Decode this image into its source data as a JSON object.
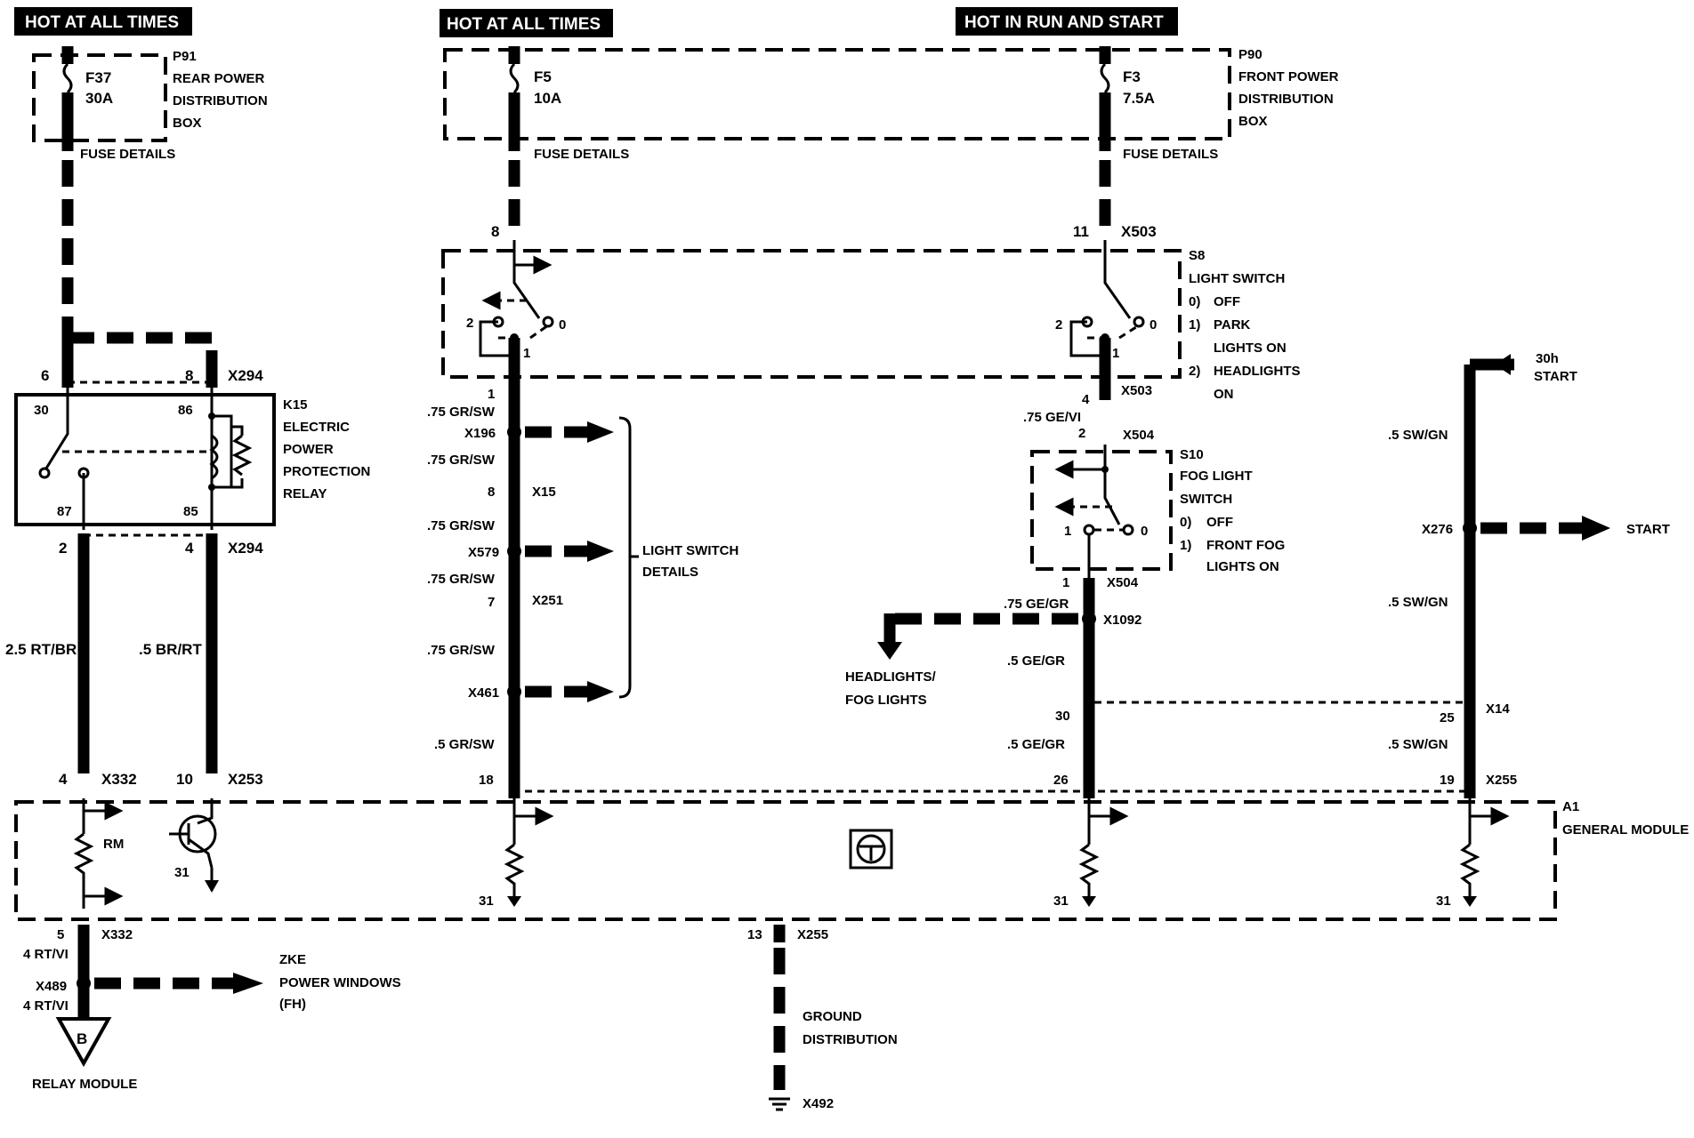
{
  "headers": {
    "left": "HOT AT ALL TIMES",
    "center": "HOT AT ALL TIMES",
    "right": "HOT IN RUN AND START"
  },
  "components": {
    "p91": {
      "id": "P91",
      "line1": "REAR POWER",
      "line2": "DISTRIBUTION",
      "line3": "BOX",
      "fuse": "F37",
      "rating": "30A",
      "details": "FUSE DETAILS"
    },
    "p90": {
      "id": "P90",
      "line1": "FRONT POWER",
      "line2": "DISTRIBUTION",
      "line3": "BOX"
    },
    "f5": {
      "fuse": "F5",
      "rating": "10A",
      "details": "FUSE DETAILS"
    },
    "f3": {
      "fuse": "F3",
      "rating": "7.5A",
      "details": "FUSE DETAILS"
    },
    "k15": {
      "id": "K15",
      "line1": "ELECTRIC",
      "line2": "POWER",
      "line3": "PROTECTION",
      "line4": "RELAY",
      "pin30": "30",
      "pin86": "86",
      "pin87": "87",
      "pin85": "85"
    },
    "s8": {
      "id": "S8",
      "title": "LIGHT SWITCH",
      "o0": "0)",
      "o0t": "OFF",
      "o1": "1)",
      "o1t": "PARK",
      "o1t2": "LIGHTS ON",
      "o2": "2)",
      "o2t": "HEADLIGHTS",
      "o2t2": "ON",
      "p0": "0",
      "p1": "1",
      "p2": "2"
    },
    "s10": {
      "id": "S10",
      "title1": "FOG LIGHT",
      "title2": "SWITCH",
      "o0": "0)",
      "o0t": "OFF",
      "o1": "1)",
      "o1t": "FRONT FOG",
      "o1t2": "LIGHTS ON",
      "p0": "0",
      "p1": "1"
    },
    "a1": {
      "id": "A1",
      "name": "GENERAL MODULE",
      "rm": "RM",
      "g31": "31"
    },
    "relay_module": {
      "name": "RELAY MODULE",
      "letter": "B"
    },
    "start30h": {
      "line1": "30h",
      "line2": "START"
    }
  },
  "connectors": {
    "x294a": "X294",
    "x294b": "X294",
    "x332a": "X332",
    "x332b": "X332",
    "x253": "X253",
    "x489": "X489",
    "x196": "X196",
    "x15": "X15",
    "x579": "X579",
    "x251": "X251",
    "x461": "X461",
    "x503a": "X503",
    "x503b": "X503",
    "x504a": "X504",
    "x504b": "X504",
    "x1092": "X1092",
    "x14": "X14",
    "x255a": "X255",
    "x255b": "X255",
    "x276": "X276",
    "x492": "X492"
  },
  "pins": {
    "p6": "6",
    "p8": "8",
    "p2": "2",
    "p4": "4",
    "p4b": "4",
    "p10": "10",
    "p5": "5",
    "c8": "8",
    "c1": "1",
    "c8b": "8",
    "c7": "7",
    "c18": "18",
    "r11": "11",
    "r4": "4",
    "r2": "2",
    "r1": "1",
    "r30": "30",
    "r26": "26",
    "s25": "25",
    "s19": "19",
    "g13": "13"
  },
  "wires": {
    "w25rtbr": "2.5 RT/BR",
    "w5brrt": ".5 BR/RT",
    "w4rtvi1": "4 RT/VI",
    "w4rtvi2": "4 RT/VI",
    "w75grsw1": ".75 GR/SW",
    "w75grsw2": ".75 GR/SW",
    "w75grsw3": ".75 GR/SW",
    "w75grsw4": ".75 GR/SW",
    "w75grsw5": ".75 GR/SW",
    "w5grsw": ".5 GR/SW",
    "w75gevi": ".75 GE/VI",
    "w75gegr": ".75 GE/GR",
    "w5gegr1": ".5 GE/GR",
    "w5gegr2": ".5 GE/GR",
    "w5swgn1": ".5 SW/GN",
    "w5swgn2": ".5 SW/GN",
    "w5swgn3": ".5 SW/GN"
  },
  "refs": {
    "zke1": "ZKE",
    "zke2": "POWER WINDOWS",
    "zke3": "(FH)",
    "lsd1": "LIGHT SWITCH",
    "lsd2": "DETAILS",
    "hl1": "HEADLIGHTS/",
    "hl2": "FOG LIGHTS",
    "start": "START",
    "gd1": "GROUND",
    "gd2": "DISTRIBUTION",
    "g31a": "31",
    "g31b": "31",
    "g31c": "31",
    "g31d": "31"
  }
}
